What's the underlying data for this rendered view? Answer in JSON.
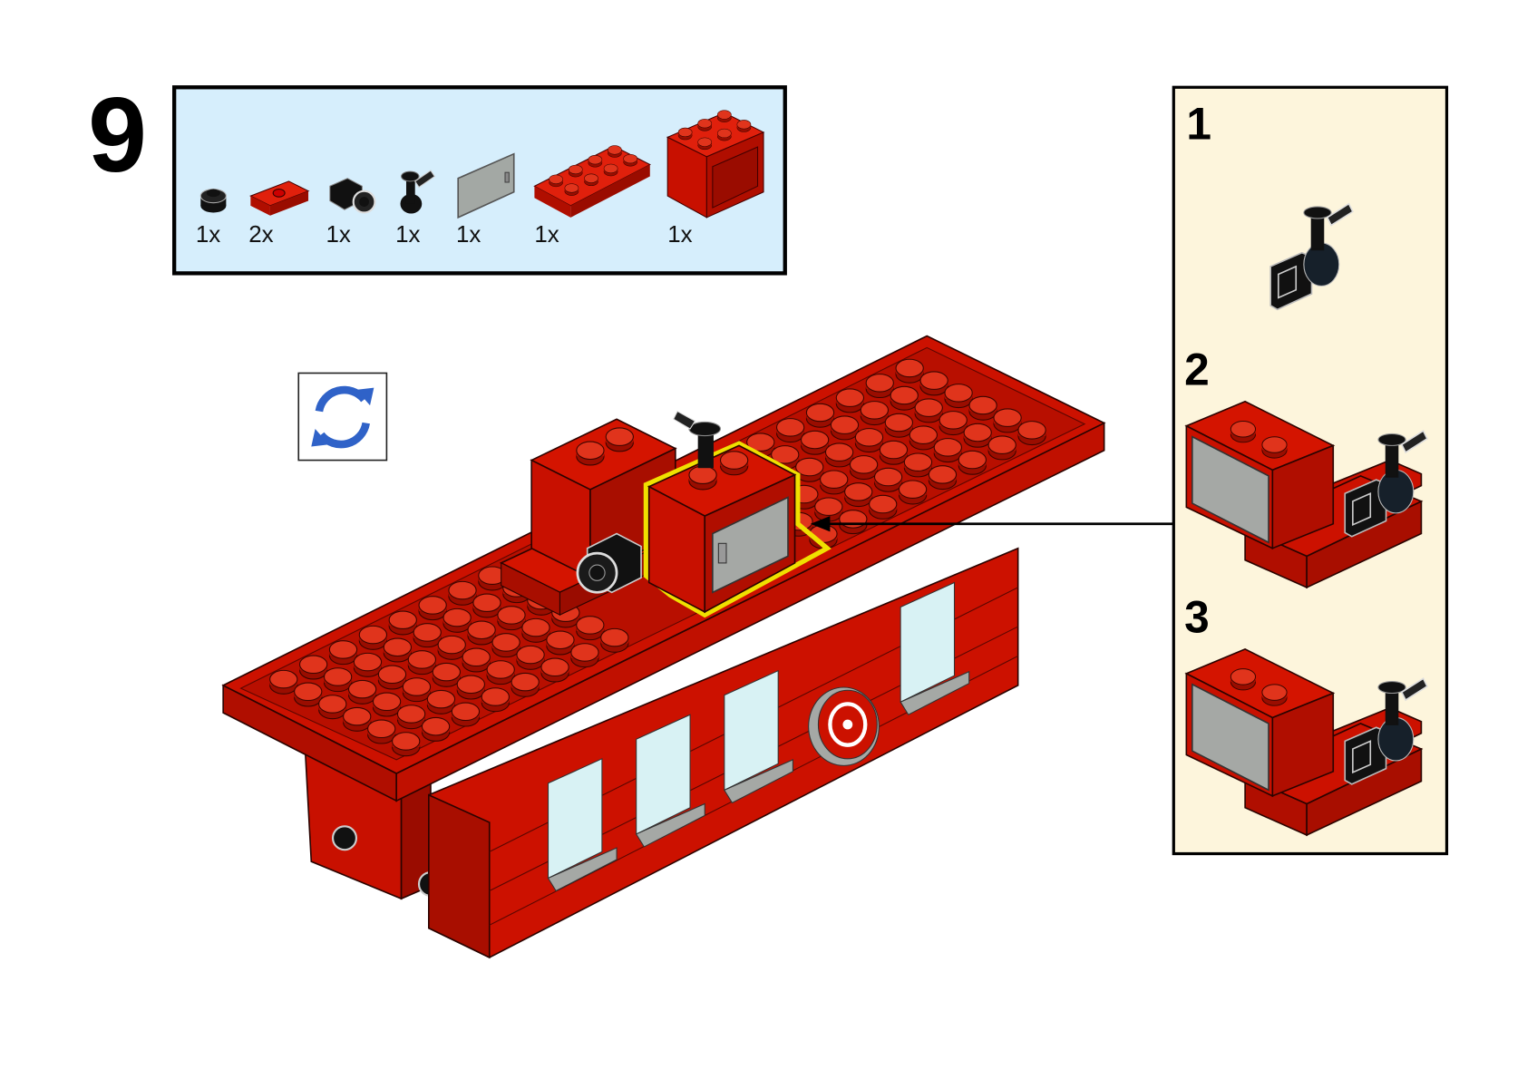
{
  "step": {
    "number": "9"
  },
  "parts_list": {
    "items": [
      {
        "name": "round-plate-1x1",
        "color": "black",
        "count": "1x"
      },
      {
        "name": "jumper-plate-1x2",
        "color": "red",
        "count": "2x"
      },
      {
        "name": "camera-piece",
        "color": "black",
        "count": "1x"
      },
      {
        "name": "hose-nozzle",
        "color": "black",
        "count": "1x"
      },
      {
        "name": "door-panel",
        "color": "grey",
        "count": "1x"
      },
      {
        "name": "plate-2x4",
        "color": "red",
        "count": "1x"
      },
      {
        "name": "cupboard-brick-2x3x2",
        "color": "red",
        "count": "1x"
      }
    ]
  },
  "rotate_icon": "rotate-model-icon",
  "substeps": [
    {
      "number": "1"
    },
    {
      "number": "2"
    },
    {
      "number": "3"
    }
  ],
  "colors": {
    "red": "#cc1100",
    "red_dark": "#8f0c00",
    "parts_bg": "#d6eefc",
    "substeps_bg": "#fdf5dc",
    "highlight": "#f0e000",
    "rotate_blue": "#2f62c8"
  }
}
